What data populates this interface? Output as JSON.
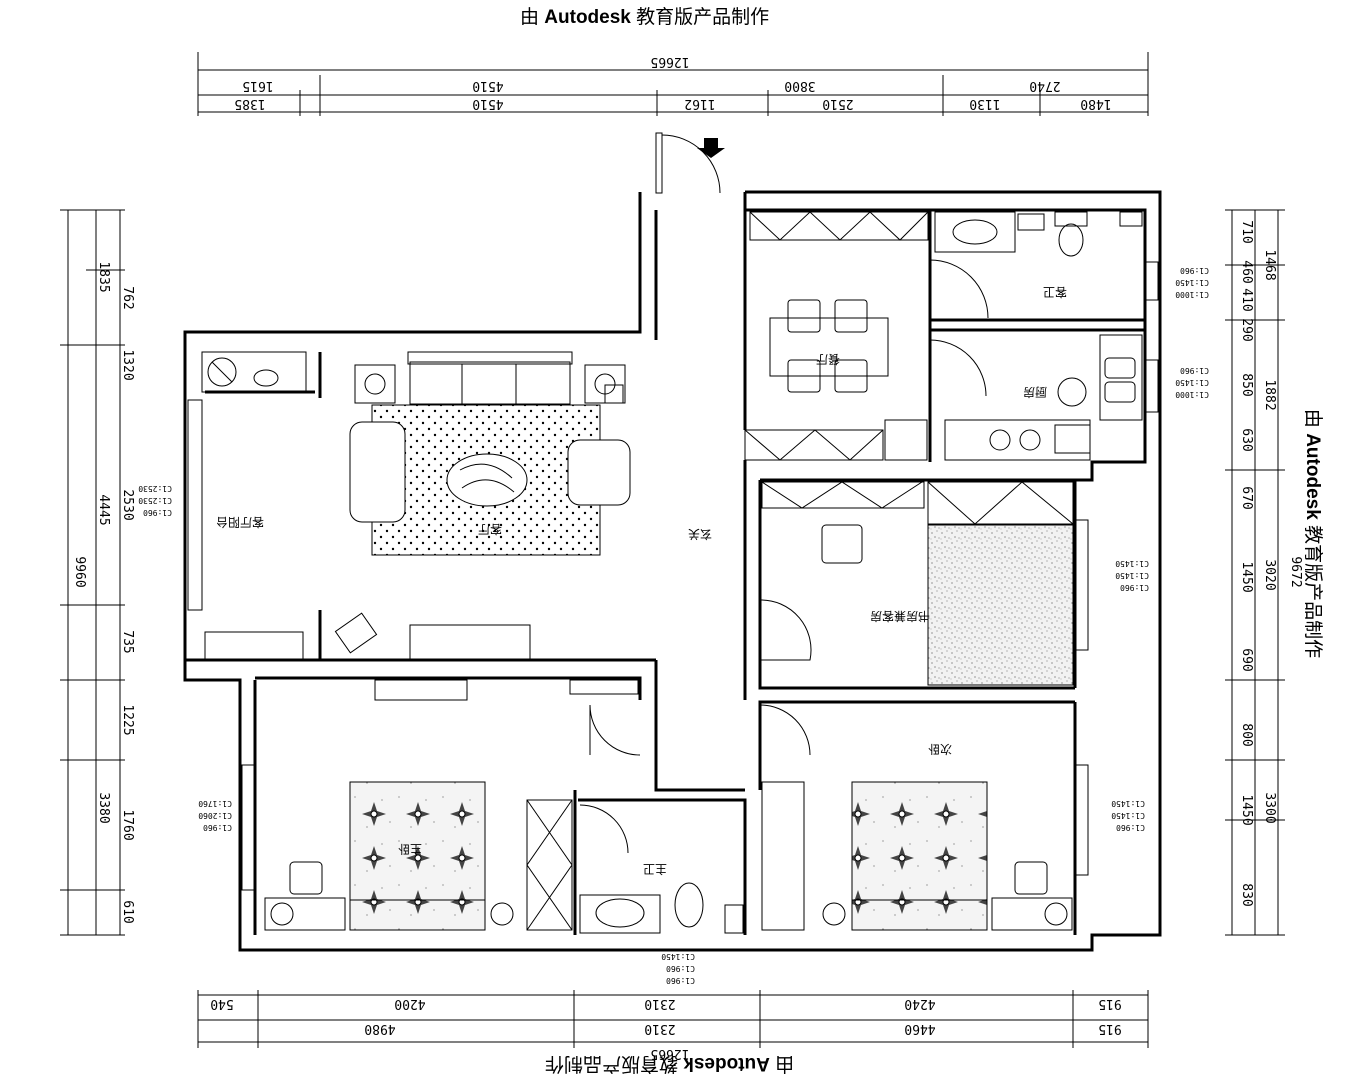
{
  "watermark": {
    "prefix": "由",
    "brand": "Autodesk",
    "suffix": "教育版产品制作"
  },
  "dimensions": {
    "top_total": "12665",
    "top_row1": [
      "1615",
      "4510",
      "3800",
      "2740"
    ],
    "top_row2": [
      "1385",
      "4510",
      "1162",
      "2510",
      "1130",
      "1480"
    ],
    "bottom_total": "12665",
    "bottom_row1": [
      "540",
      "4200",
      "2310",
      "4240",
      "915"
    ],
    "bottom_row2": [
      "4980",
      "2310",
      "4460",
      "915"
    ],
    "left_total": "9960",
    "left_row1": [
      "1835",
      "4445",
      "3380"
    ],
    "left_row2": [
      "762",
      "1320",
      "2530",
      "735",
      "1225",
      "1760",
      "610"
    ],
    "right_total": "9672",
    "right_row1": [
      "1468",
      "1882",
      "3020",
      "3300"
    ],
    "right_row2": [
      "710",
      "460",
      "410",
      "290",
      "850",
      "630",
      "670",
      "1450",
      "690",
      "800",
      "1450",
      "830"
    ]
  },
  "rooms": {
    "living": "客厅",
    "dining": "餐厅",
    "foyer": "玄关",
    "balcony": "客厅阳台",
    "kitchen": "厨房",
    "guest_bath": "客卫",
    "study": "书房兼客房",
    "master_bedroom": "主卧",
    "master_bath": "主卫",
    "second_bedroom": "次卧"
  },
  "window_notes": {
    "guest_bath": [
      "C1:1000",
      "C1:1450",
      "C1:960"
    ],
    "kitchen": [
      "C1:1000",
      "C1:1450",
      "C1:960"
    ],
    "study": [
      "C1:960",
      "C1:1450",
      "C1:1450"
    ],
    "balcony": [
      "C1:960",
      "C1:2530",
      "C1:2530"
    ],
    "master_bedroom": [
      "C1:960",
      "C1:2060",
      "C1:1760"
    ],
    "second_bedroom": [
      "C1:960",
      "C1:1450",
      "C1:1450"
    ],
    "master_bath": [
      "C1:960",
      "C1:960",
      "C1:1450"
    ]
  }
}
